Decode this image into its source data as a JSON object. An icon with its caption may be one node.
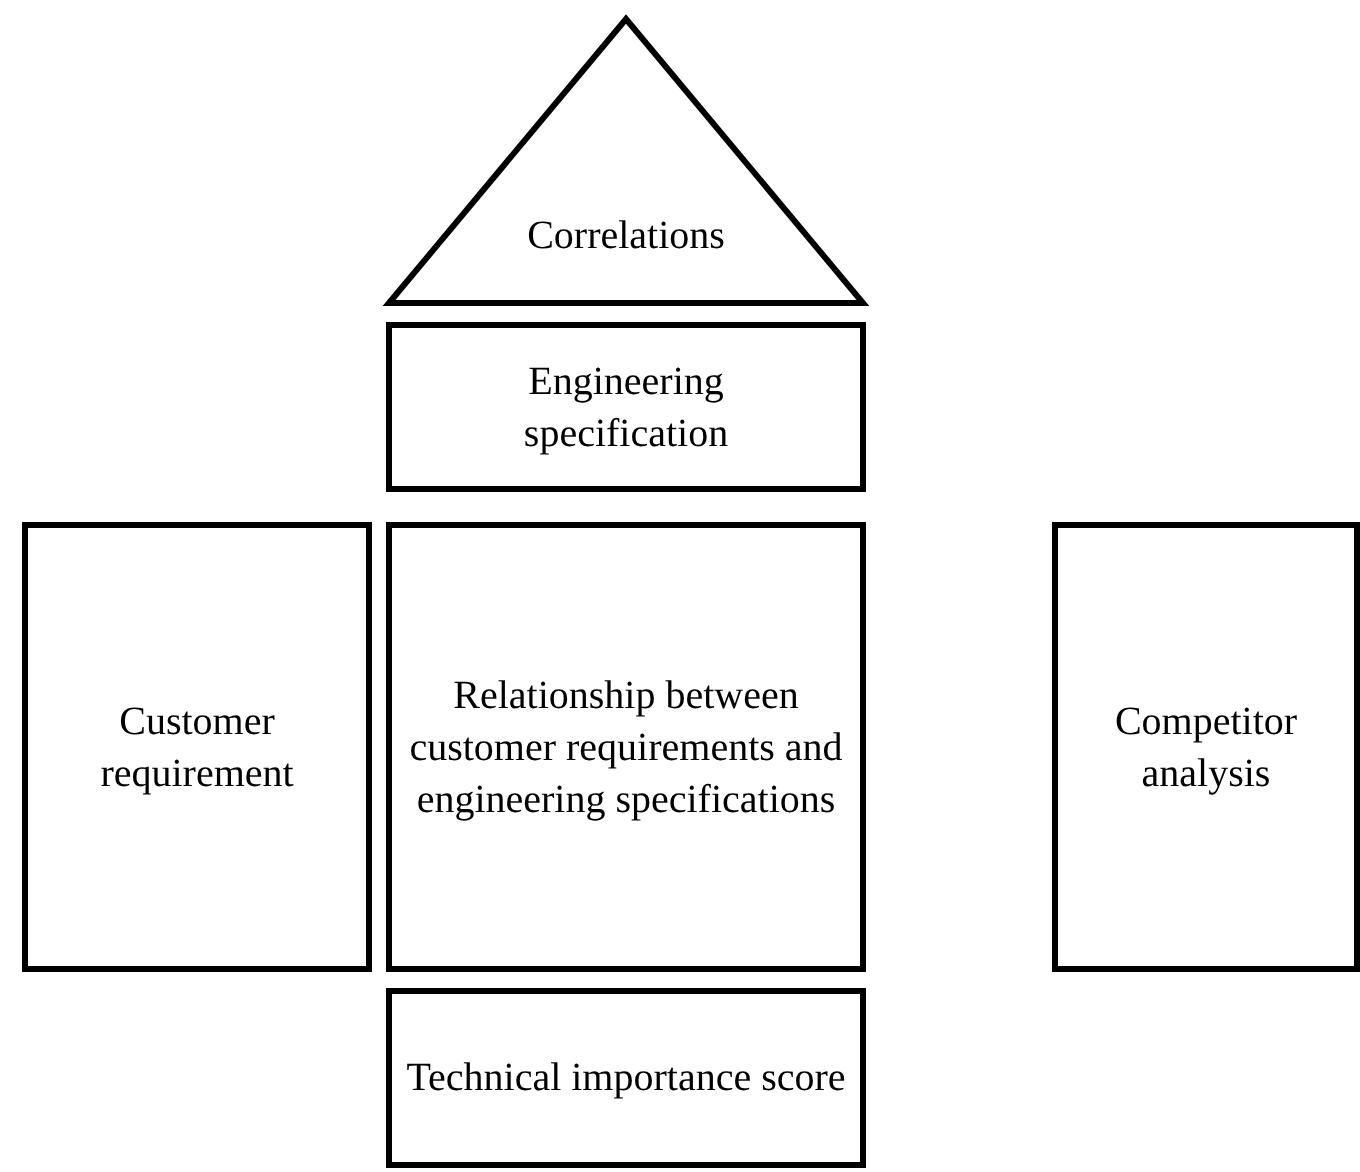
{
  "diagram": {
    "nodes": [
      {
        "text": [
          "Correlations"
        ]
      },
      {
        "text": [
          "Engineering specification"
        ]
      },
      {
        "text": [
          "Customer requirement"
        ]
      },
      {
        "text": [
          "Relationship between customer requirements and engineering specifications"
        ]
      },
      {
        "text": [
          "Competitor analysis"
        ]
      },
      {
        "text": [
          "Technical importance score"
        ]
      }
    ]
  }
}
